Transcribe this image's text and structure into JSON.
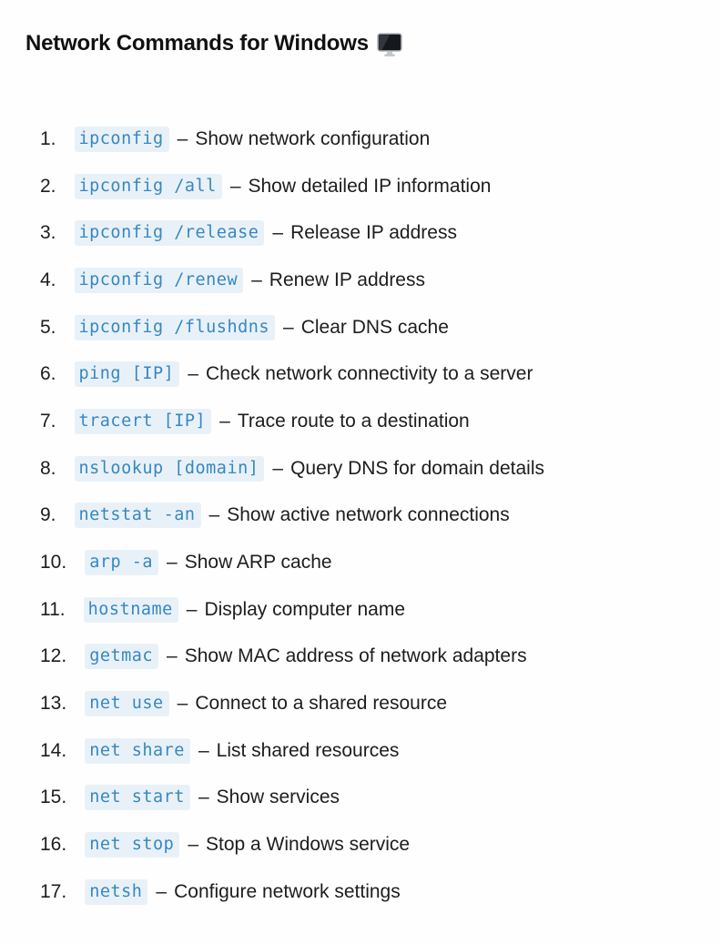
{
  "header": {
    "title": "Network Commands for Windows",
    "title_icon": "desktop-computer-emoji"
  },
  "list": {
    "separator": "–",
    "items": [
      {
        "number": "1.",
        "command": "ipconfig",
        "description": "Show network configuration"
      },
      {
        "number": "2.",
        "command": "ipconfig /all",
        "description": "Show detailed IP information"
      },
      {
        "number": "3.",
        "command": "ipconfig /release",
        "description": "Release IP address"
      },
      {
        "number": "4.",
        "command": "ipconfig /renew",
        "description": "Renew IP address"
      },
      {
        "number": "5.",
        "command": "ipconfig /flushdns",
        "description": "Clear DNS cache"
      },
      {
        "number": "6.",
        "command": "ping [IP]",
        "description": "Check network connectivity to a server"
      },
      {
        "number": "7.",
        "command": "tracert [IP]",
        "description": "Trace route to a destination"
      },
      {
        "number": "8.",
        "command": "nslookup [domain]",
        "description": "Query DNS for domain details"
      },
      {
        "number": "9.",
        "command": "netstat -an",
        "description": "Show active network connections"
      },
      {
        "number": "10.",
        "command": "arp -a",
        "description": "Show ARP cache"
      },
      {
        "number": "11.",
        "command": "hostname",
        "description": "Display computer name"
      },
      {
        "number": "12.",
        "command": "getmac",
        "description": "Show MAC address of network adapters"
      },
      {
        "number": "13.",
        "command": "net use",
        "description": "Connect to a shared resource"
      },
      {
        "number": "14.",
        "command": "net share",
        "description": "List shared resources"
      },
      {
        "number": "15.",
        "command": "net start",
        "description": "Show services"
      },
      {
        "number": "16.",
        "command": "net stop",
        "description": "Stop a Windows service"
      },
      {
        "number": "17.",
        "command": "netsh",
        "description": "Configure network settings"
      }
    ]
  },
  "colors": {
    "command_text": "#3688c1",
    "command_bg": "#e9f1f8",
    "body_text": "#1d1d1f",
    "background": "#fefefe"
  }
}
